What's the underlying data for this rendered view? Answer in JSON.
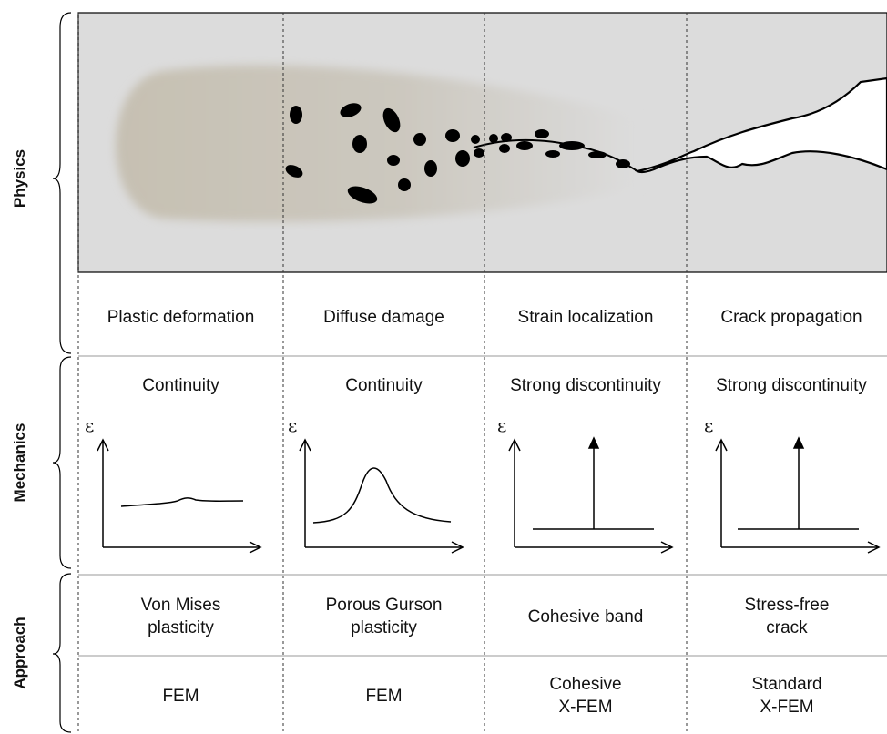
{
  "rows": {
    "physics": "Physics",
    "mechanics": "Mechanics",
    "approach": "Approach"
  },
  "stages": [
    {
      "physics": "Plastic deformation",
      "continuity": "Continuity",
      "approach_model": "Von Mises\nplasticity",
      "approach_method": "FEM",
      "strain_symbol": "ε"
    },
    {
      "physics": "Diffuse damage",
      "continuity": "Continuity",
      "approach_model": "Porous Gurson\nplasticity",
      "approach_method": "FEM",
      "strain_symbol": "ε"
    },
    {
      "physics": "Strain localization",
      "continuity": "Strong discontinuity",
      "approach_model": "Cohesive band",
      "approach_method": "Cohesive\nX-FEM",
      "strain_symbol": "ε"
    },
    {
      "physics": "Crack propagation",
      "continuity": "Strong discontinuity",
      "approach_model": "Stress-free\ncrack",
      "approach_method": "Standard\nX-FEM",
      "strain_symbol": "ε"
    }
  ],
  "colors": {
    "panel": "#dcdcdc",
    "plastic_zone": "#c9c4b8",
    "grid": "#cccccc",
    "ink": "#000000"
  }
}
